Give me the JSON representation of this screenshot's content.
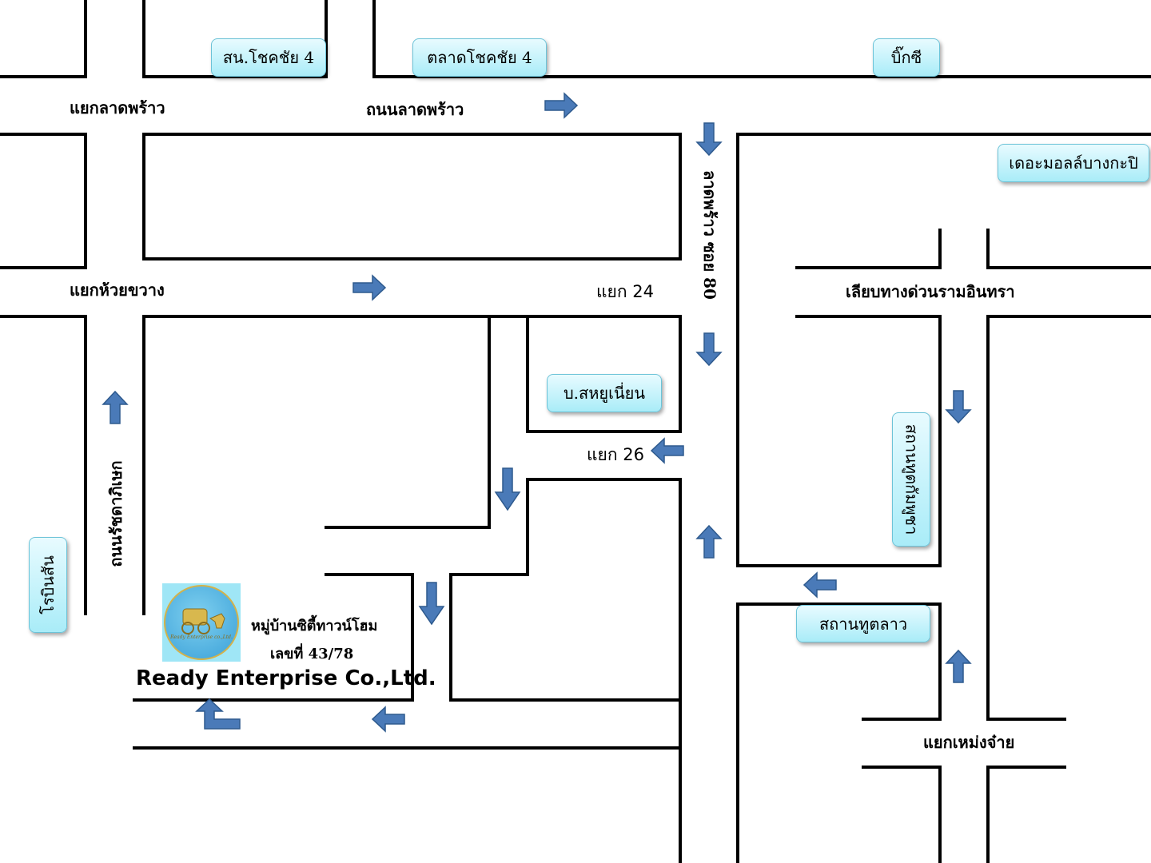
{
  "roads": {
    "ladprao_road": "ถนนลาดพร้าว",
    "ladprao_soi80": "ลาดพร้าว ซอย 80",
    "ratchadapisek": "ถนนรัชดาภิเษก",
    "liap_rama_intra": "เลียบทางด่วนรามอินทรา"
  },
  "junctions": {
    "ladprao": "แยกลาดพร้าว",
    "huai_khwang": "แยกห้วยขวาง",
    "yaek24": "แยก 24",
    "yaek26": "แยก 26",
    "mueang_chai": "แยกเหม่งจ๋าย"
  },
  "landmarks": {
    "sn_chokchai4": "สน.โชคชัย 4",
    "talat_chokchai4": "ตลาดโชคชัย 4",
    "big_c": "บิ๊กซี",
    "the_mall_bangkapi": "เดอะมอลล์บางกะปิ",
    "sahaunion": "บ.สหยูเนี่ยน",
    "cambodia_embassy": "สถานทูตกัมพูชา",
    "robinson": "โรบินสัน",
    "lao_embassy": "สถานทูตลาว"
  },
  "destination": {
    "village": "หมู่บ้านซิตี้ทาวน์โฮม",
    "address": "เลขที่  43/78",
    "company": "Ready Enterprise Co.,Ltd.",
    "logo_text": "Ready Enterprise co.,Ltd."
  },
  "colors": {
    "road_line": "#000000",
    "arrow_fill": "#4a7ab8",
    "landmark_bg": "#a9ecf8",
    "logo_bg": "#9fe6f6"
  },
  "icons": {
    "arrow": "direction-arrow-icon",
    "logo": "company-logo-icon"
  }
}
